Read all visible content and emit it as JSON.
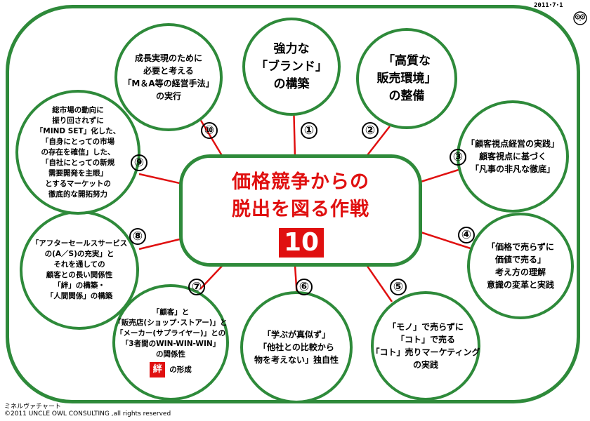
{
  "header": {
    "date": "2011･7･1"
  },
  "footer": {
    "label": "ミネルヴァチャート",
    "copyright": "©2011 UNCLE OWL CONSULTING ,all rights reserved"
  },
  "center": {
    "title_line1": "価格競争からの",
    "title_line2": "脱出を図る作戦",
    "number": "10"
  },
  "strategies": [
    {
      "num": "①",
      "lines": [
        "強力な",
        "「ブランド」",
        "の構築"
      ]
    },
    {
      "num": "②",
      "lines": [
        "「高質な",
        "販売環境」",
        "の整備"
      ]
    },
    {
      "num": "③",
      "lines": [
        "「顧客視点経営の実践」",
        "顧客視点に基づく",
        "「凡事の非凡な徹底」"
      ]
    },
    {
      "num": "④",
      "lines": [
        "「価格で売らずに",
        "価値で売る」",
        "考え方の理解",
        "意識の変革と実践"
      ]
    },
    {
      "num": "⑤",
      "lines": [
        "「モノ」で売らずに",
        "「コト」で売る",
        "「コト」売りマーケティング",
        "の実践"
      ]
    },
    {
      "num": "⑥",
      "lines": [
        "「学ぶが真似ず」",
        "「他社との比較から",
        "物を考えない」独自性"
      ]
    },
    {
      "num": "⑦",
      "lines": [
        "「顧客」と",
        "「販売店(ショップ･ストアー)」と",
        "「メーカー(サプライヤー)」との",
        "「3者間のWIN-WIN-WIN」",
        "の関係性"
      ],
      "badge": "絆",
      "badge_suffix": "の形成"
    },
    {
      "num": "⑧",
      "lines": [
        "「アフターセールスサービス",
        "の(A／S)の充実」と",
        "それを通しての",
        "顧客との長い関係性",
        "「絆」の構築・",
        "「人間関係」の構築"
      ]
    },
    {
      "num": "⑨",
      "lines": [
        "総市場の動向に",
        "振り回されずに",
        "「MIND SET」化した、",
        "「自身にとっての市場",
        "の存在を確信」した、",
        "「自社にとっての新規",
        "需要開発を主眼」",
        "とするマーケットの",
        "徹底的な開拓努力"
      ]
    },
    {
      "num": "⑩",
      "lines": [
        "成長実現のために",
        "必要と考える",
        "「M＆A等の経営手法」",
        "の実行"
      ]
    }
  ],
  "colors": {
    "frame": "#2e8a3a",
    "accent": "#e01010",
    "spoke": "#e01010"
  }
}
